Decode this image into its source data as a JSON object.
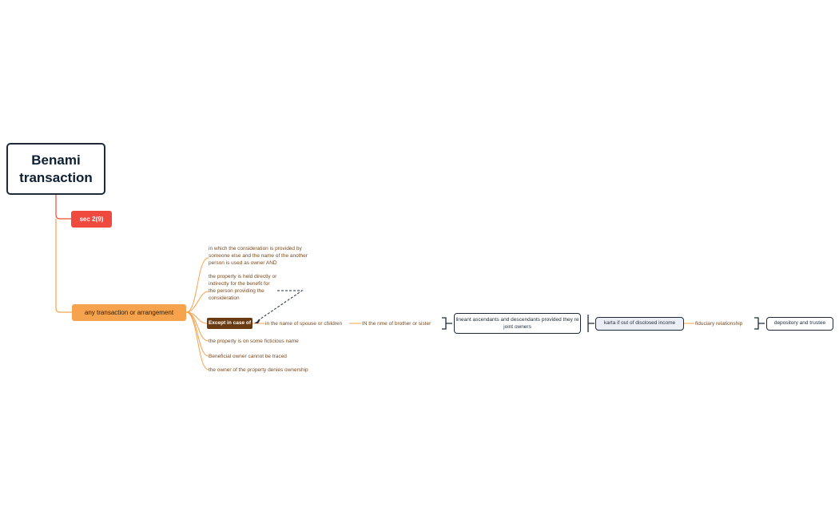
{
  "root": {
    "title": "Benami transaction"
  },
  "branches": {
    "sec": "sec 2(9)",
    "any": "any transaction or arrangement"
  },
  "conditions": {
    "consideration": "in which the consideration is provided by someone else and the name of the another person is used as owner AND",
    "benefit": "the property is held directly or indirectly for the benefit for the person providing the consideration",
    "fictitious": "the property is on some ficticious name",
    "beneficial": "Beneficial owner cannot be traced",
    "denies": "the owner of the property denies ownership"
  },
  "exceptions": {
    "label": "Except in case of",
    "spouse": "in the name of spouse or children",
    "brother": "IN the nme of brother or sister",
    "lineant": "lineant ascendants and descendants  provided they re joint owners",
    "karta": "karta if out of disclosed income",
    "fiduciary": "fiduciary relationship",
    "depository": "depository and trustee"
  },
  "colors": {
    "accent_orange": "#f7a24c",
    "accent_red": "#f04a3e",
    "dark_brown": "#6a3b12",
    "navy": "#1e2a3a"
  }
}
